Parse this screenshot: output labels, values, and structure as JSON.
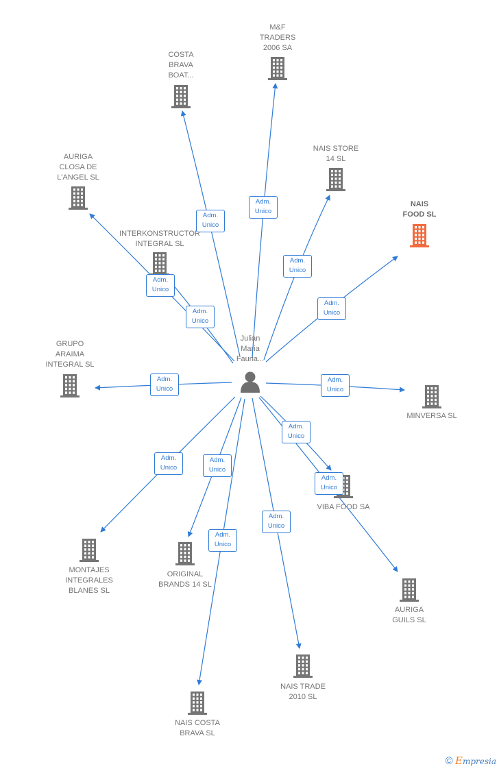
{
  "person": {
    "name": "Julian\nMaria\nFauria..."
  },
  "badge": {
    "line1": "Adm.",
    "line2": "Unico"
  },
  "colors": {
    "edge": "#2f7bd6",
    "building": "#757575",
    "highlight": "#f26a3d"
  },
  "companies": [
    {
      "id": "mf-traders",
      "name": "M&F\nTRADERS\n2006 SA"
    },
    {
      "id": "costa-brava-boat",
      "name": "COSTA\nBRAVA\nBOAT..."
    },
    {
      "id": "nais-store",
      "name": "NAIS STORE\n14  SL"
    },
    {
      "id": "auriga-closa",
      "name": "AURIGA\nCLOSA DE\nL'ANGEL SL"
    },
    {
      "id": "nais-food",
      "name": "NAIS\nFOOD  SL",
      "highlight": true
    },
    {
      "id": "interkonstructor",
      "name": "INTERKONSTRUCTOR\nINTEGRAL  SL"
    },
    {
      "id": "grupo-araima",
      "name": "GRUPO\nARAIMA\nINTEGRAL  SL"
    },
    {
      "id": "minversa",
      "name": "MINVERSA SL"
    },
    {
      "id": "viba-food",
      "name": "VIBA FOOD SA"
    },
    {
      "id": "montajes-integrales",
      "name": "MONTAJES\nINTEGRALES\nBLANES  SL"
    },
    {
      "id": "original-brands",
      "name": "ORIGINAL\nBRANDS 14  SL"
    },
    {
      "id": "auriga-guils",
      "name": "AURIGA\nGUILS SL"
    },
    {
      "id": "nais-trade",
      "name": "NAIS TRADE\n2010  SL"
    },
    {
      "id": "nais-costa-brava",
      "name": "NAIS COSTA\nBRAVA  SL"
    }
  ],
  "relations": [
    {
      "to": "mf-traders",
      "role": "Adm. Unico"
    },
    {
      "to": "costa-brava-boat",
      "role": "Adm. Unico"
    },
    {
      "to": "nais-store",
      "role": "Adm. Unico"
    },
    {
      "to": "auriga-closa",
      "role": "Adm. Unico"
    },
    {
      "to": "nais-food",
      "role": "Adm. Unico"
    },
    {
      "to": "interkonstructor",
      "role": "Adm. Unico"
    },
    {
      "to": "grupo-araima",
      "role": "Adm. Unico"
    },
    {
      "to": "minversa",
      "role": "Adm. Unico"
    },
    {
      "to": "viba-food",
      "role": "Adm. Unico"
    },
    {
      "to": "montajes-integrales",
      "role": "Adm. Unico"
    },
    {
      "to": "original-brands",
      "role": "Adm. Unico"
    },
    {
      "to": "auriga-guils",
      "role": "Adm. Unico"
    },
    {
      "to": "nais-trade",
      "role": "Adm. Unico"
    },
    {
      "to": "nais-costa-brava",
      "role": "Adm. Unico"
    }
  ],
  "footer": {
    "copyright": "©",
    "brand_initial": "E",
    "brand_rest": "mpresia"
  }
}
